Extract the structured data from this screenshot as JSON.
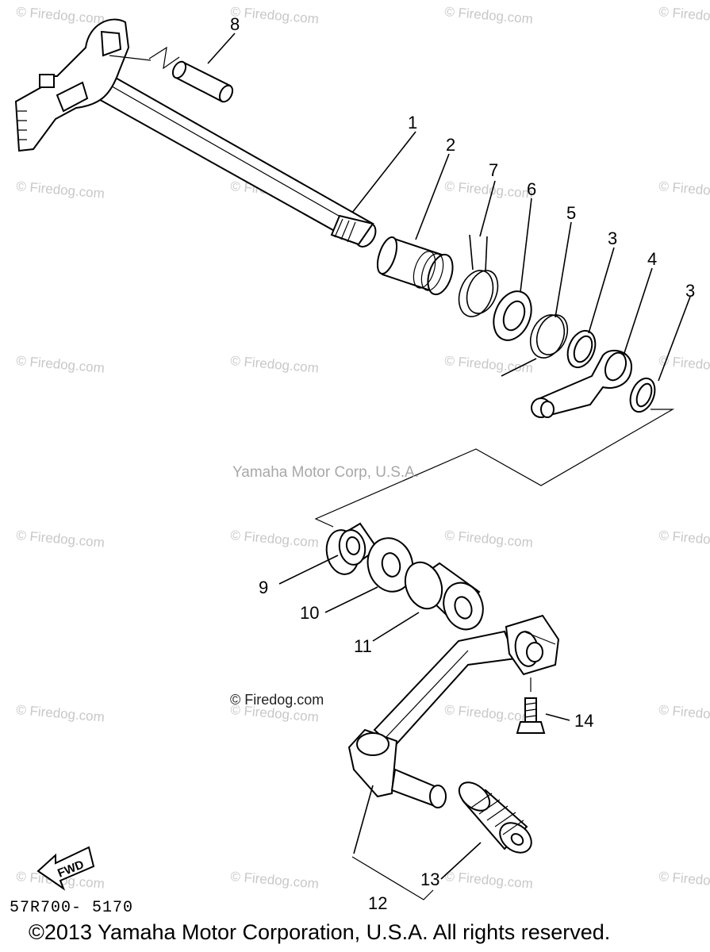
{
  "watermark": "© Firedog.com",
  "center_watermark": "Yamaha Motor Corp, U.S.A.",
  "firedog_label": "© Firedog.com",
  "part_code": "57R700- 5170",
  "fwd_label": "FWD",
  "copyright": "©2013 Yamaha Motor Corporation, U.S.A. All rights reserved.",
  "callouts": [
    "1",
    "2",
    "3",
    "4",
    "5",
    "6",
    "7",
    "8",
    "9",
    "10",
    "11",
    "12",
    "13",
    "14",
    "3"
  ]
}
